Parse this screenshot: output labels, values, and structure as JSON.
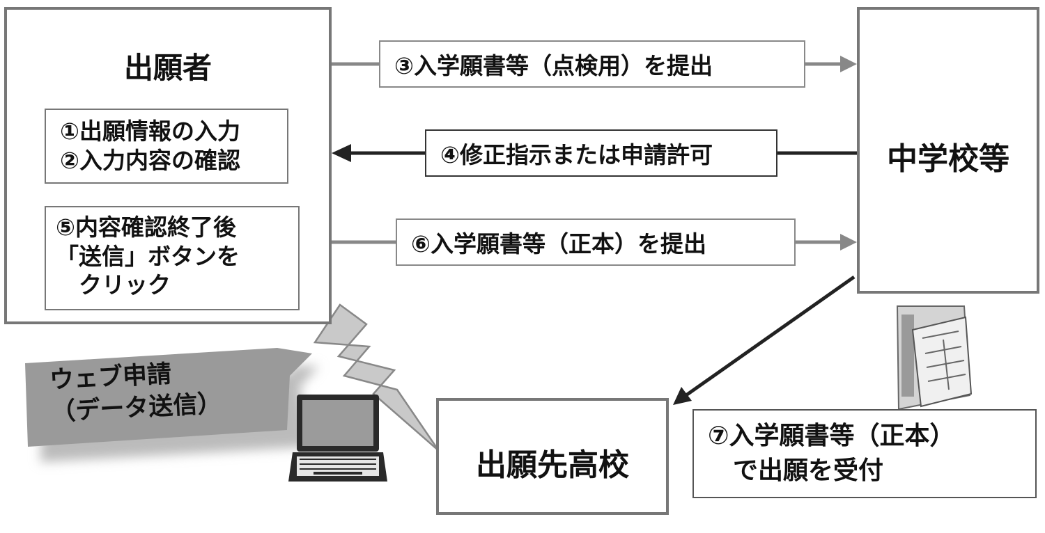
{
  "applicant": {
    "title": "出願者",
    "steps_1_2": "①出願情報の入力\n②入力内容の確認",
    "step_5": "⑤内容確認終了後\n「送信」ボタンを\n　クリック"
  },
  "middle_school": {
    "title": "中学校等"
  },
  "high_school": {
    "title": "出願先高校"
  },
  "arrows": {
    "step_3": "③入学願書等（点検用）を提出",
    "step_4": "④修正指示または申請許可",
    "step_6": "⑥入学願書等（正本）を提出"
  },
  "step_7": "⑦入学願書等（正本）\n　で出願を受付",
  "web_callout": "ウェブ申請\n（データ送信）",
  "colors": {
    "border": "#777777",
    "callout": "#9a9a9a",
    "arrow_dark": "#222222",
    "arrow_gray": "#888888"
  }
}
